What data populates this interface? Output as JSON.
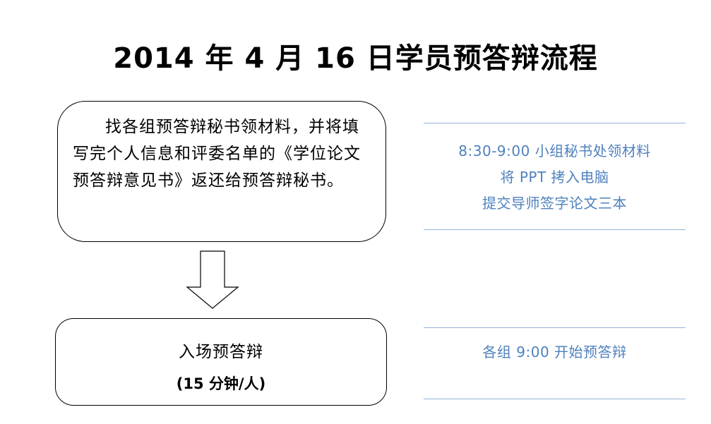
{
  "title": "2014 年 4 月 16 日学员预答辩流程",
  "steps": [
    {
      "text": "找各组预答辩秘书领材料，并将填写完个人信息和评委名单的《学位论文预答辩意见书》返还给预答辩秘书。"
    },
    {
      "line1": "入场预答辩",
      "line2": "(15 分钟/人)"
    }
  ],
  "notes": [
    {
      "lines": [
        "8:30-9:00 小组秘书处领材料",
        "将 PPT 拷入电脑",
        "提交导师签字论文三本"
      ]
    },
    {
      "lines": [
        "各组 9:00 开始预答辩"
      ]
    }
  ],
  "colors": {
    "note_text": "#4f81bd",
    "note_rule": "#95b3d7",
    "box_border": "#000000"
  }
}
